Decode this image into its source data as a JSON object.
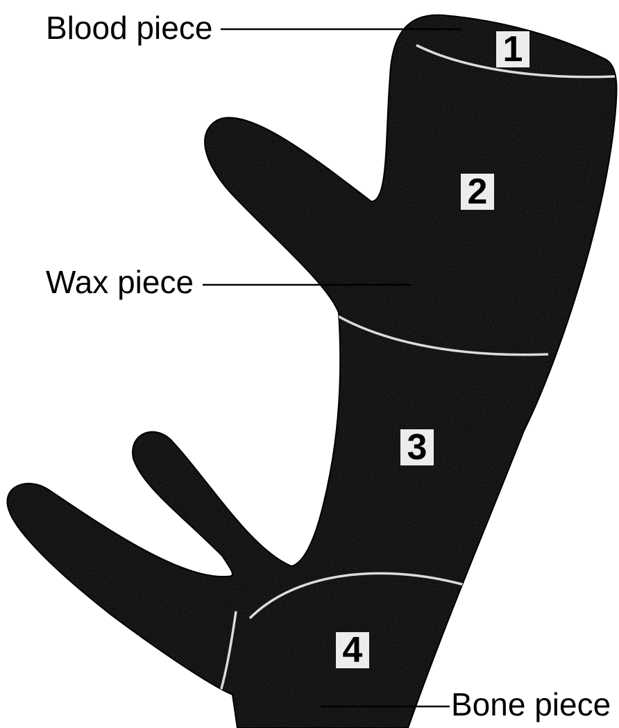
{
  "labels": {
    "blood": "Blood piece",
    "wax": "Wax piece",
    "bone": "Bone piece"
  },
  "regions": [
    {
      "number": "1"
    },
    {
      "number": "2"
    },
    {
      "number": "3"
    },
    {
      "number": "4"
    }
  ],
  "colors": {
    "fill": "#1a1a1a",
    "background": "#ffffff",
    "ink": "#000000"
  }
}
